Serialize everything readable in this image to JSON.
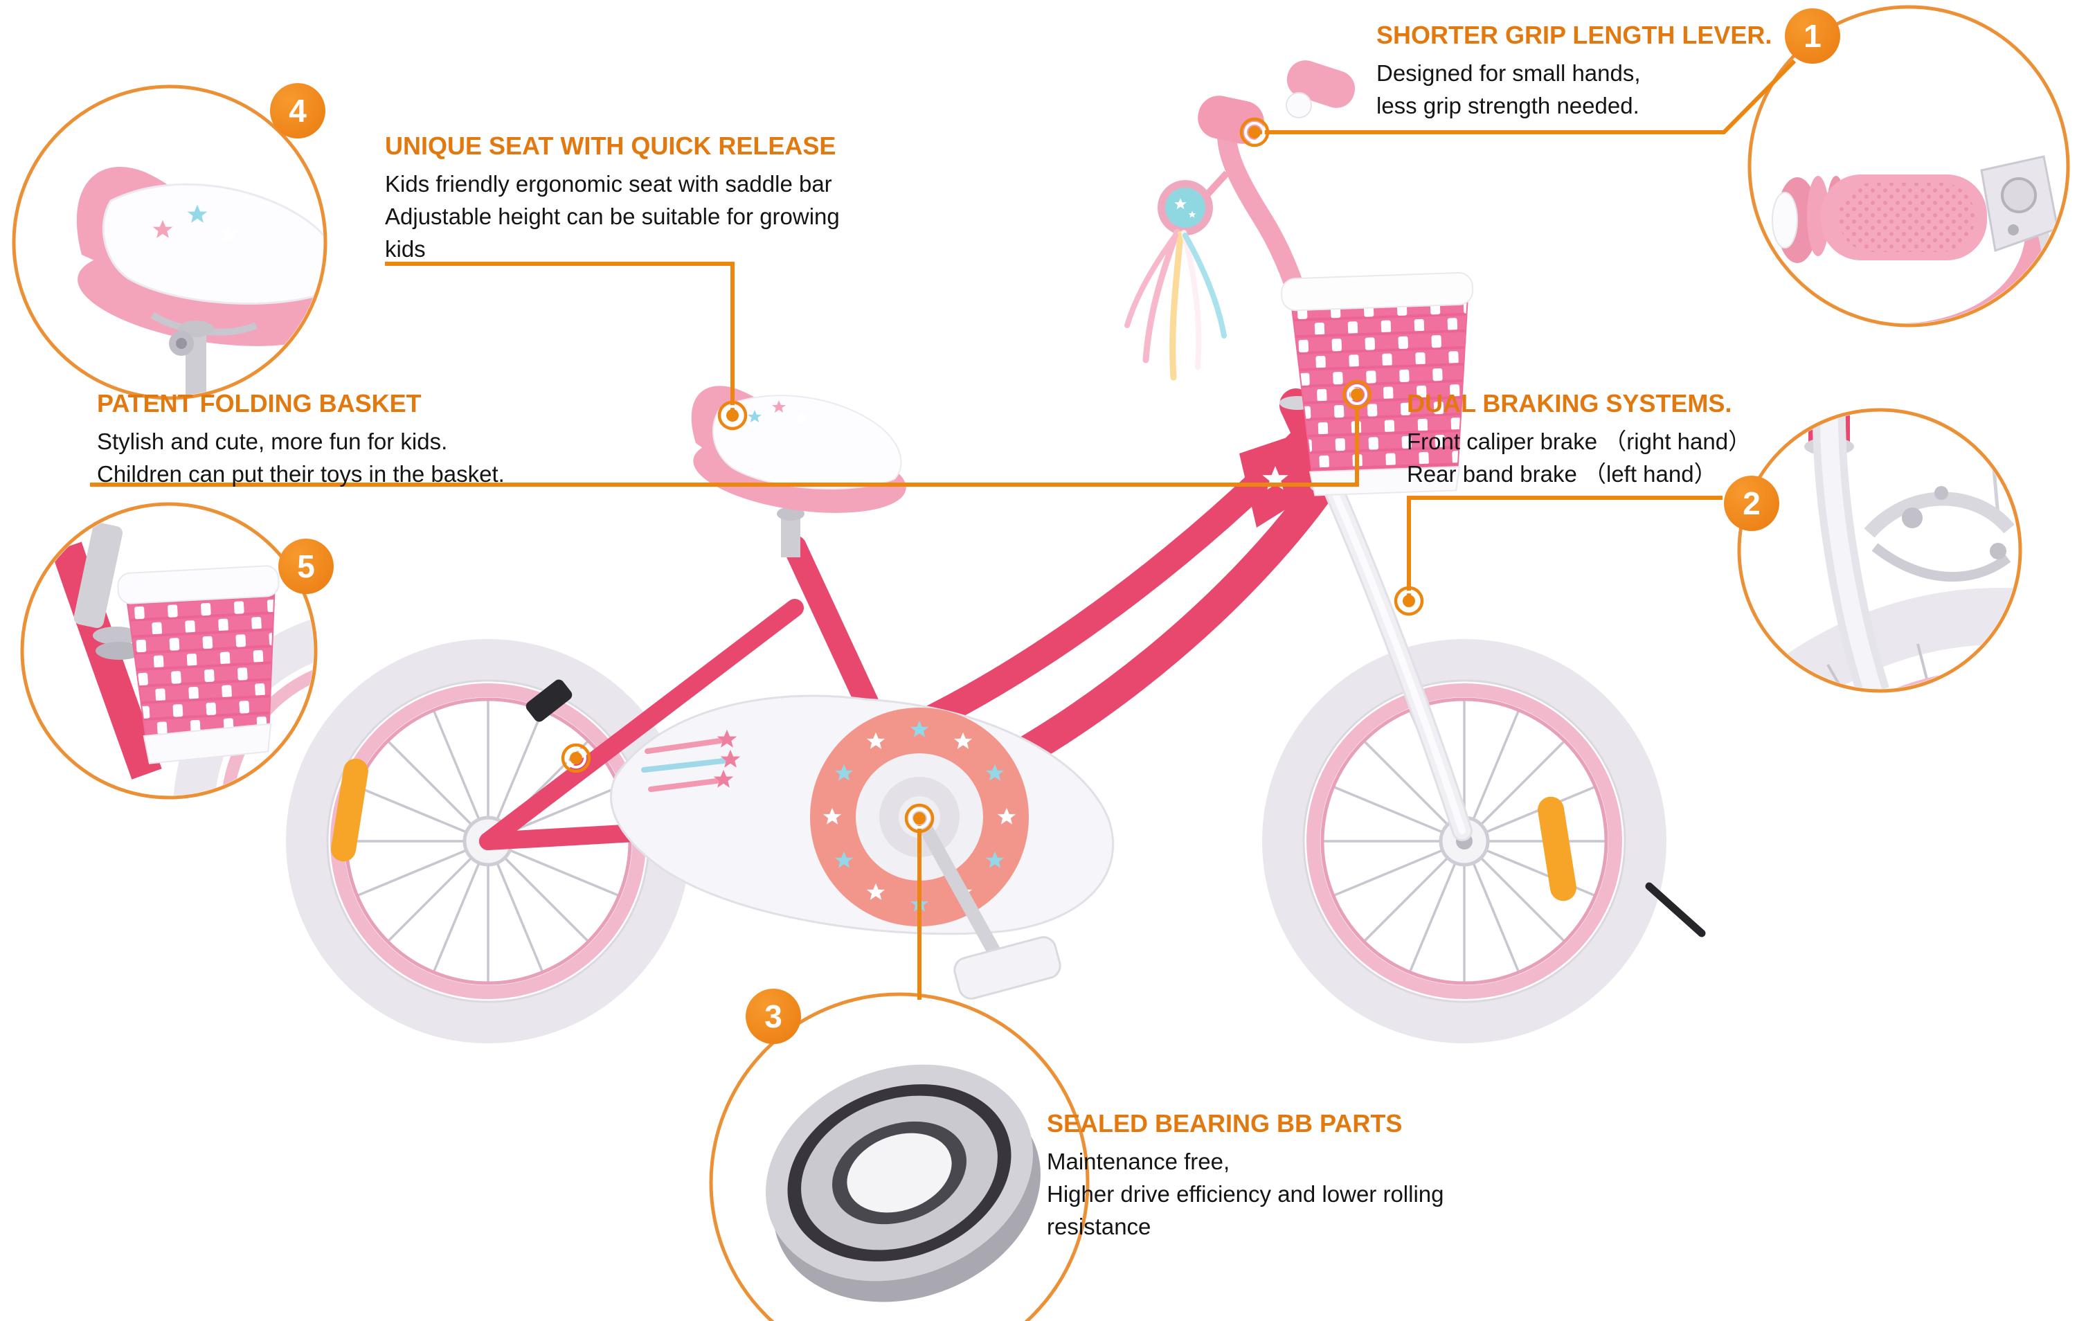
{
  "colors": {
    "background": "#FFFFFF",
    "accent_orange": "#EC860F",
    "heading_orange": "#E2790F",
    "badge_orange": "#F28414",
    "body_text": "#141414",
    "frame_pink": "#E8486E",
    "light_pink": "#F3A3BA",
    "basket_pink": "#F1719E",
    "rim_pink": "#F2B9CD",
    "tire_gray": "#E9E7ED"
  },
  "callouts": [
    {
      "number": "1",
      "title": "SHORTER GRIP LENGTH LEVER.",
      "lines": [
        "Designed for small hands,",
        "less grip strength needed."
      ],
      "detail_view": "handlebar-grip-and-brake-lever"
    },
    {
      "number": "2",
      "title": "DUAL BRAKING SYSTEMS.",
      "lines": [
        "Front caliper brake （right hand）",
        "Rear band brake （left hand）"
      ],
      "detail_view": "front-caliper-brake-on-wheel"
    },
    {
      "number": "3",
      "title": "SEALED BEARING BB PARTS",
      "lines": [
        "Maintenance free,",
        "Higher drive efficiency and lower rolling",
        "resistance"
      ],
      "detail_view": "sealed-bearing-ring"
    },
    {
      "number": "4",
      "title": "UNIQUE SEAT WITH QUICK RELEASE",
      "lines": [
        "Kids friendly ergonomic seat with saddle bar",
        "Adjustable height can be suitable for growing",
        "kids"
      ],
      "detail_view": "ergonomic-saddle-with-seatpost"
    },
    {
      "number": "5",
      "title": "PATENT FOLDING BASKET",
      "lines": [
        "Stylish and cute, more fun for kids.",
        "Children can put their toys in the basket."
      ],
      "detail_view": "pink-woven-folding-basket"
    }
  ]
}
